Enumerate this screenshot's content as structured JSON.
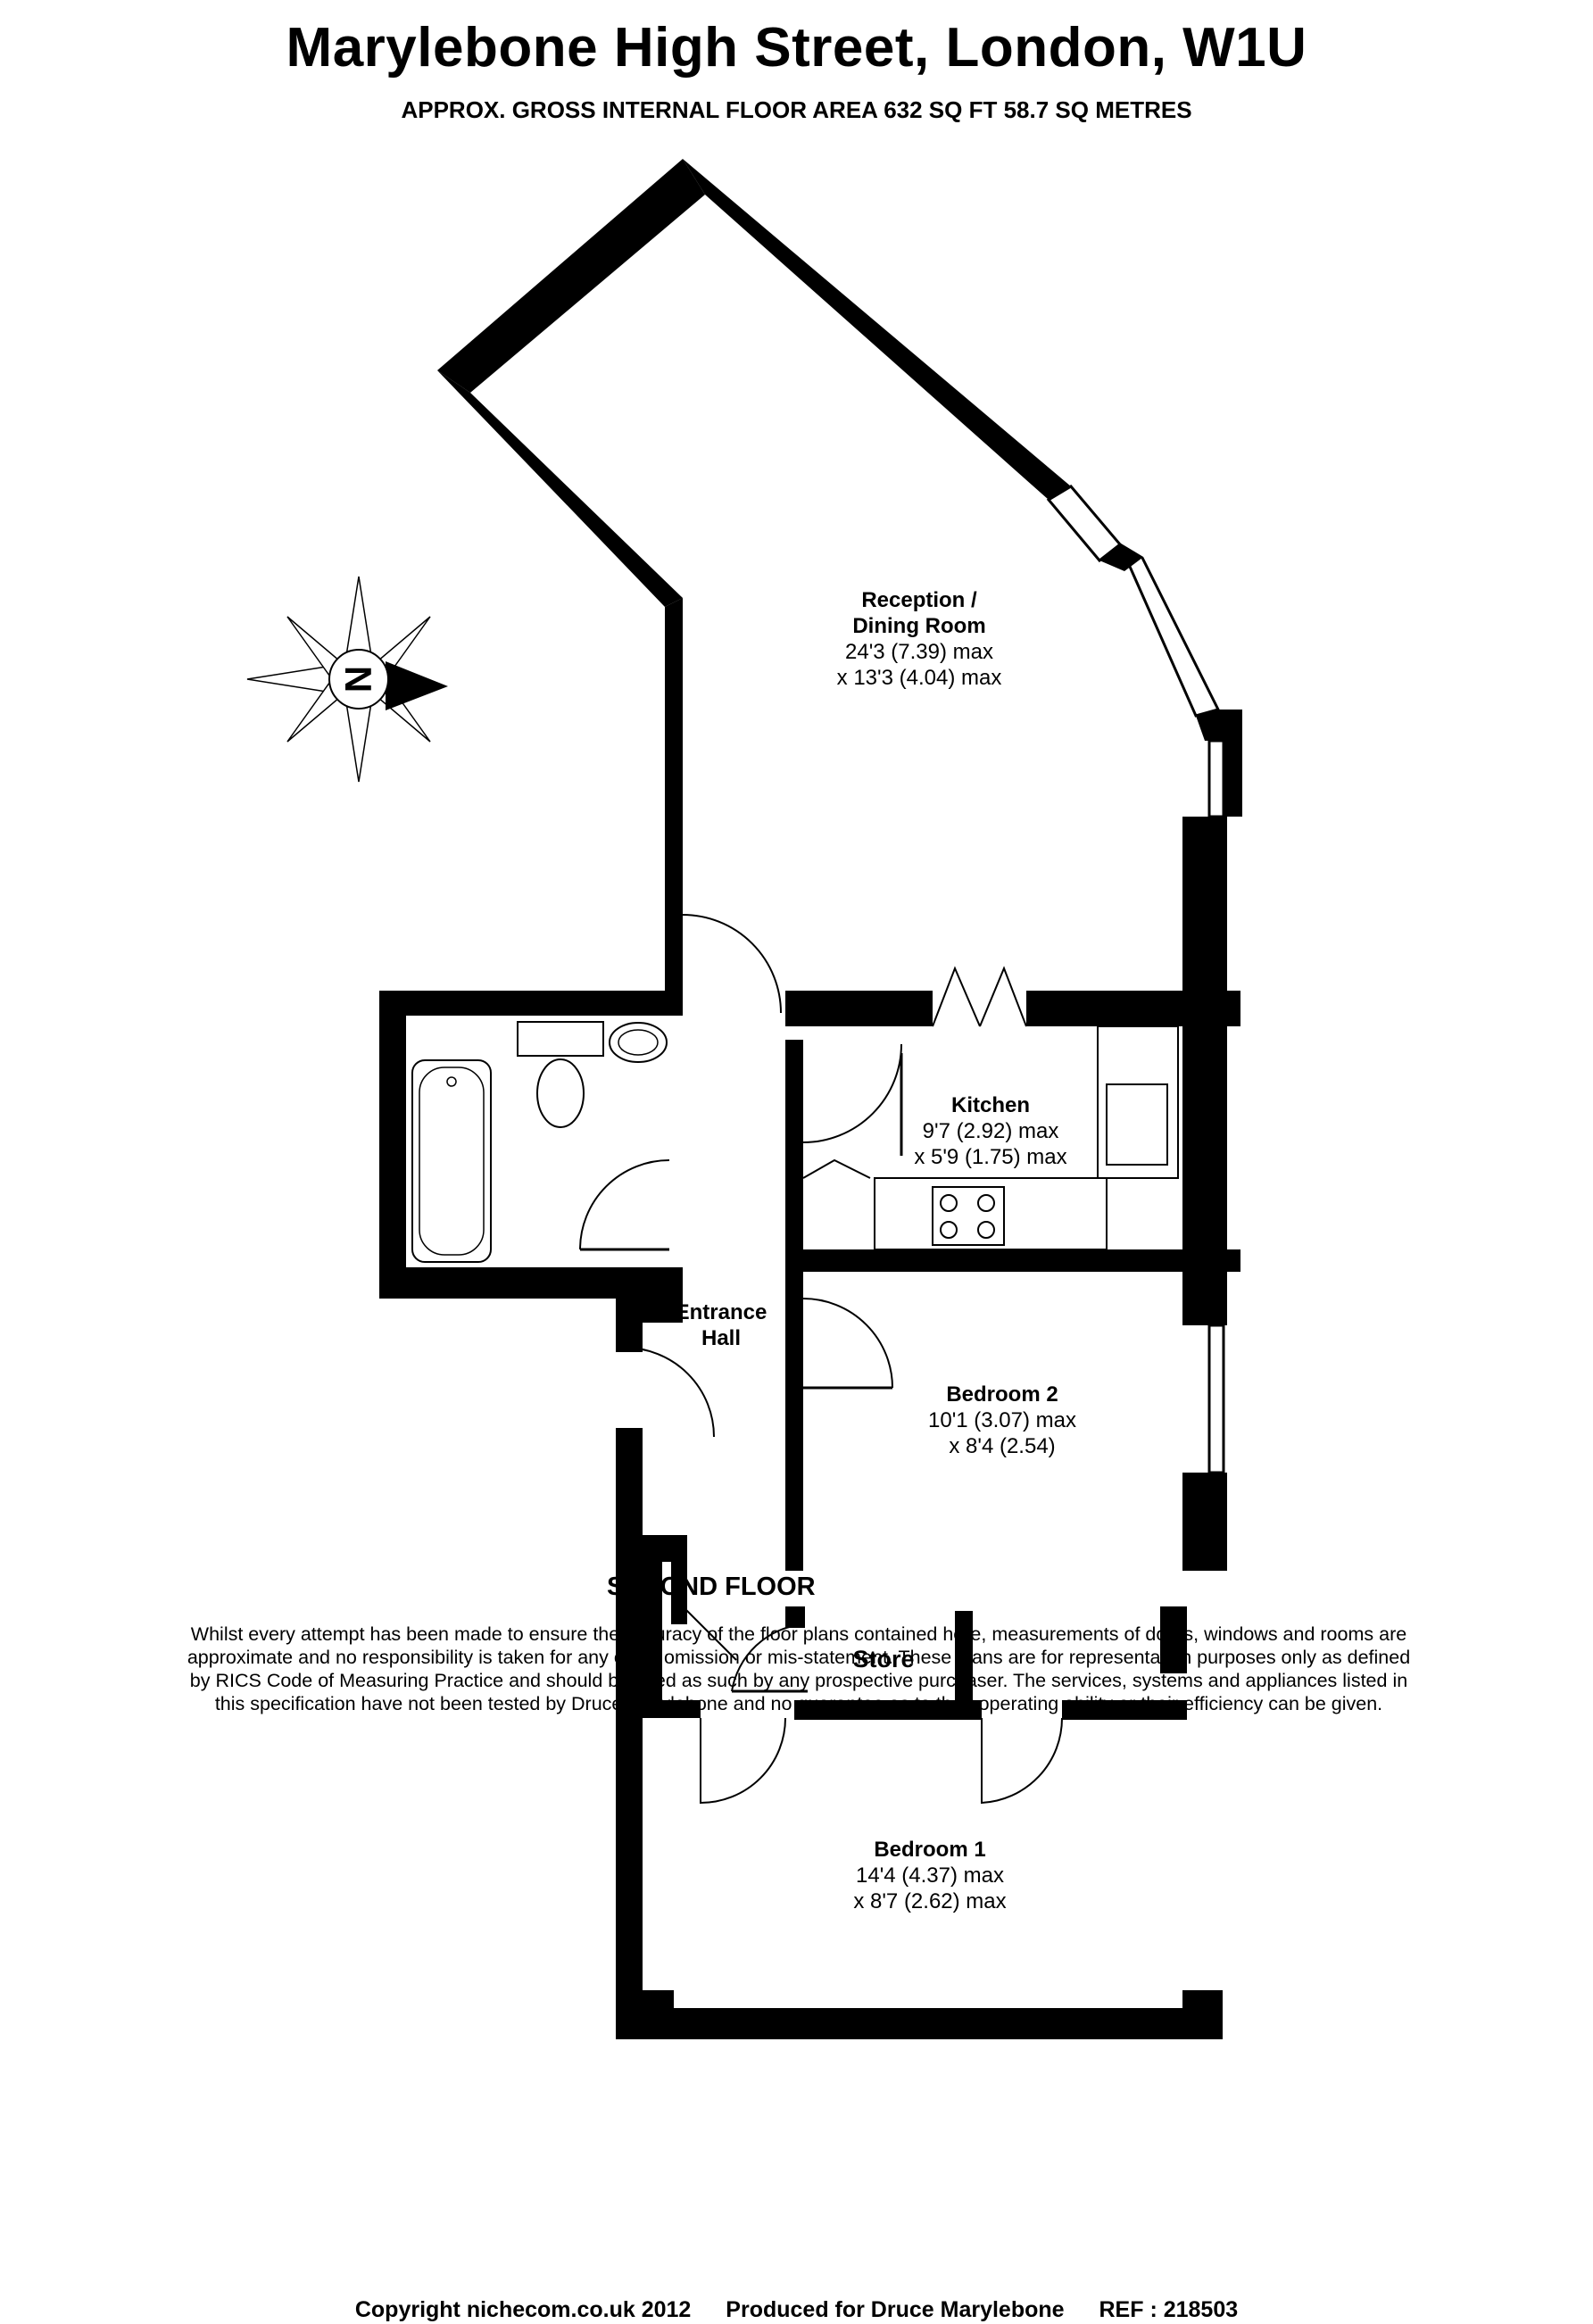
{
  "header": {
    "title": "Marylebone High Street, London, W1U",
    "area": "APPROX. GROSS INTERNAL FLOOR AREA 632 SQ FT 58.7 SQ METRES"
  },
  "compass": {
    "letter": "N"
  },
  "rooms": [
    {
      "name1": "Reception /",
      "name2": "Dining Room",
      "dim1": "24'3 (7.39) max",
      "dim2": "x 13'3 (4.04) max"
    },
    {
      "name1": "Kitchen",
      "dim1": "9'7 (2.92) max",
      "dim2": "x 5'9 (1.75) max"
    },
    {
      "name1": "Entrance",
      "name2": "Hall"
    },
    {
      "name1": "Bedroom 2",
      "dim1": "10'1 (3.07) max",
      "dim2": "x 8'4 (2.54)"
    },
    {
      "name1": "Store"
    },
    {
      "name1": "Bedroom 1",
      "dim1": "14'4 (4.37) max",
      "dim2": "x 8'7 (2.62) max"
    }
  ],
  "floor_label": "SECOND FLOOR",
  "disclaimer": "Whilst every attempt has been made to ensure the accuracy of the floor plans contained here, measurements of doors, windows and rooms are approximate and no responsibility is taken for any error, omission or mis-statement.  These plans are for representation purposes only as defined by RICS Code of Measuring Practice and should be used as such by any prospective purchaser.  The services, systems and appliances listed in this specification have not been tested by Druce Marylebone and no guarantee as to their operating ability or their efficiency can be given.",
  "footer": {
    "copyright": "Copyright nichecom.co.uk 2012",
    "produced": "Produced for Druce Marylebone",
    "ref": "REF :  218503"
  }
}
